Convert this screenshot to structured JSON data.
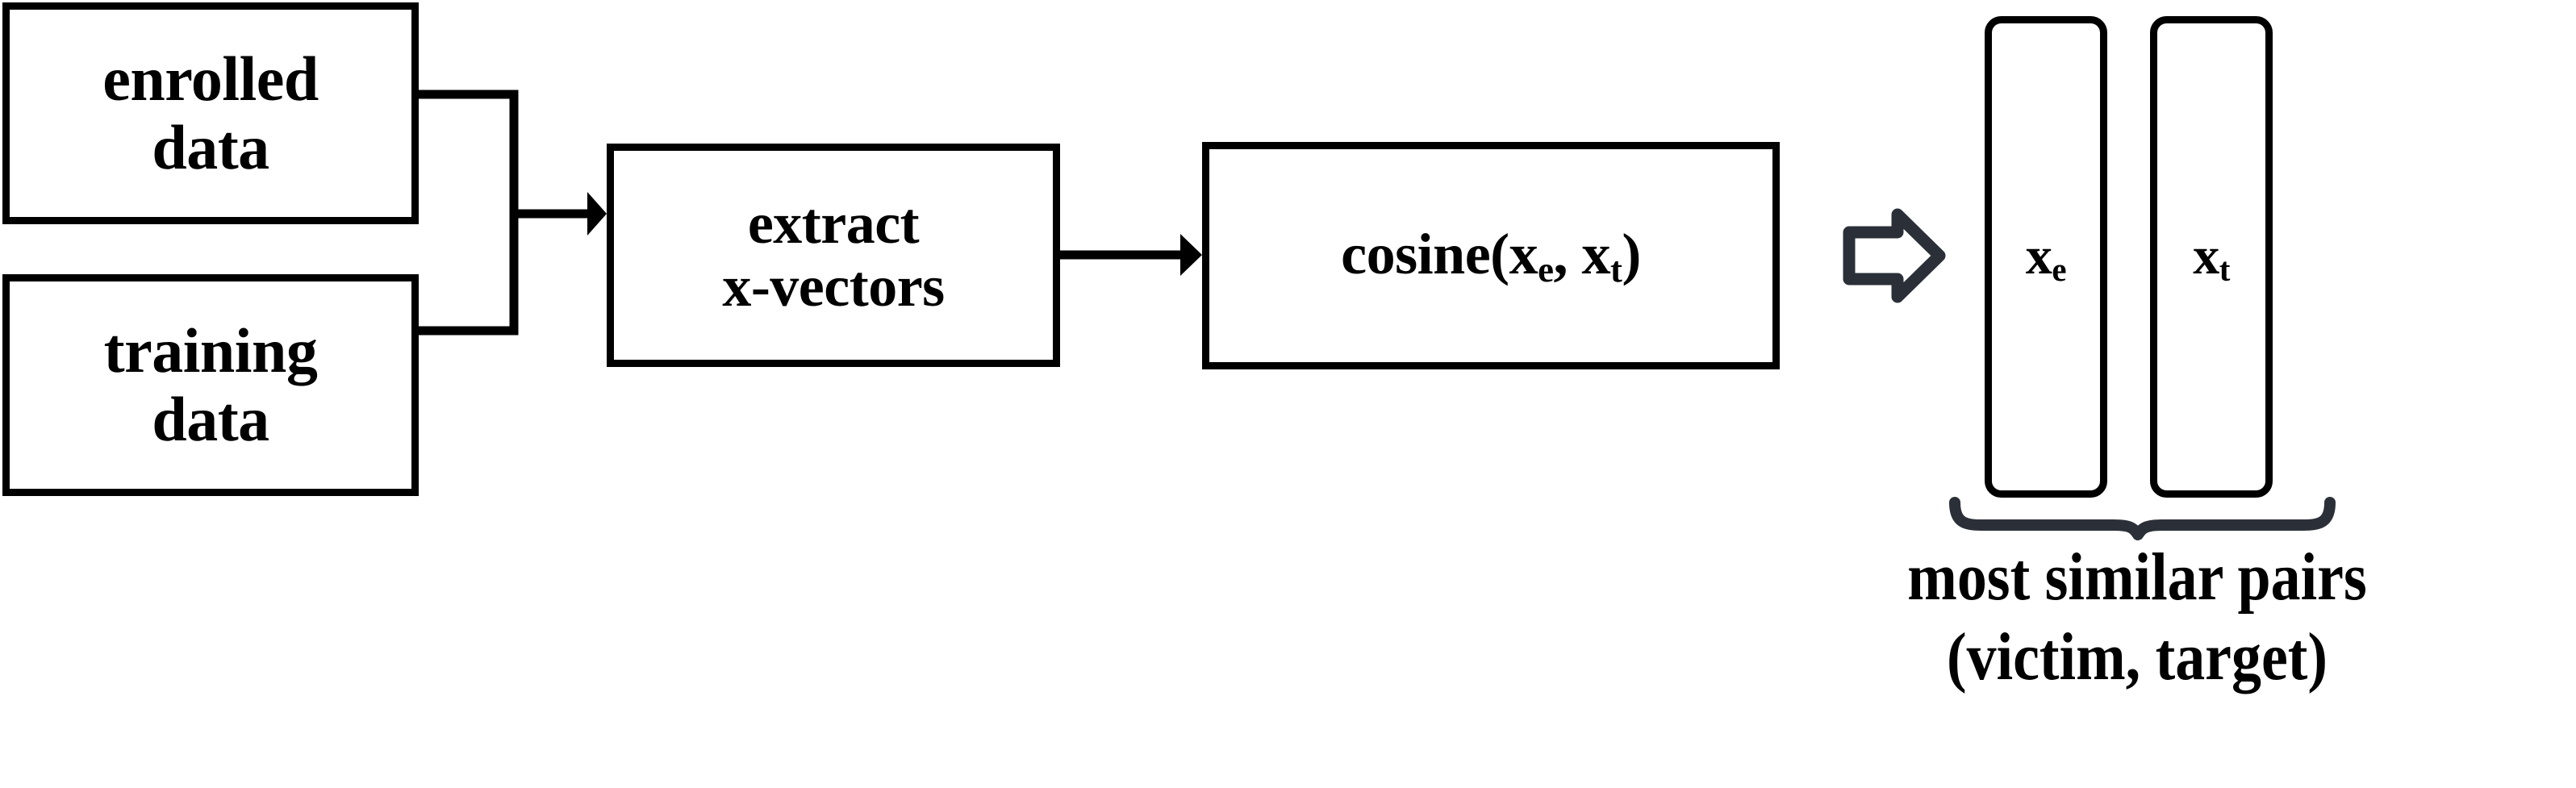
{
  "figure": {
    "type": "flow-diagram",
    "background_color": "#ffffff",
    "stroke_color": "#000000",
    "accent_color": "#2b3038"
  },
  "nodes": {
    "enrolled_data": {
      "line1": "enrolled",
      "line2": "data"
    },
    "training_data": {
      "line1": "training",
      "line2": "data"
    },
    "extract": {
      "line1": "extract",
      "line2": "x-vectors"
    },
    "cosine": {
      "name": "cosine",
      "open_paren": "(",
      "arg1_base": "x",
      "arg1_sub": "e",
      "separator": ", ",
      "arg2_base": "x",
      "arg2_sub": "t",
      "close_paren": ")"
    }
  },
  "output": {
    "bar_left": {
      "base": "x",
      "sub": "e"
    },
    "bar_right": {
      "base": "x",
      "sub": "t"
    },
    "caption_line1": "most similar pairs",
    "caption_line2": "(victim, target)"
  },
  "icons": {
    "merge_connector": "bracket-merge",
    "arrow_to_extract": "arrow-right",
    "arrow_to_cosine": "arrow-right",
    "result_arrow": "hollow-arrow-right",
    "grouping": "curly-brace-down"
  }
}
